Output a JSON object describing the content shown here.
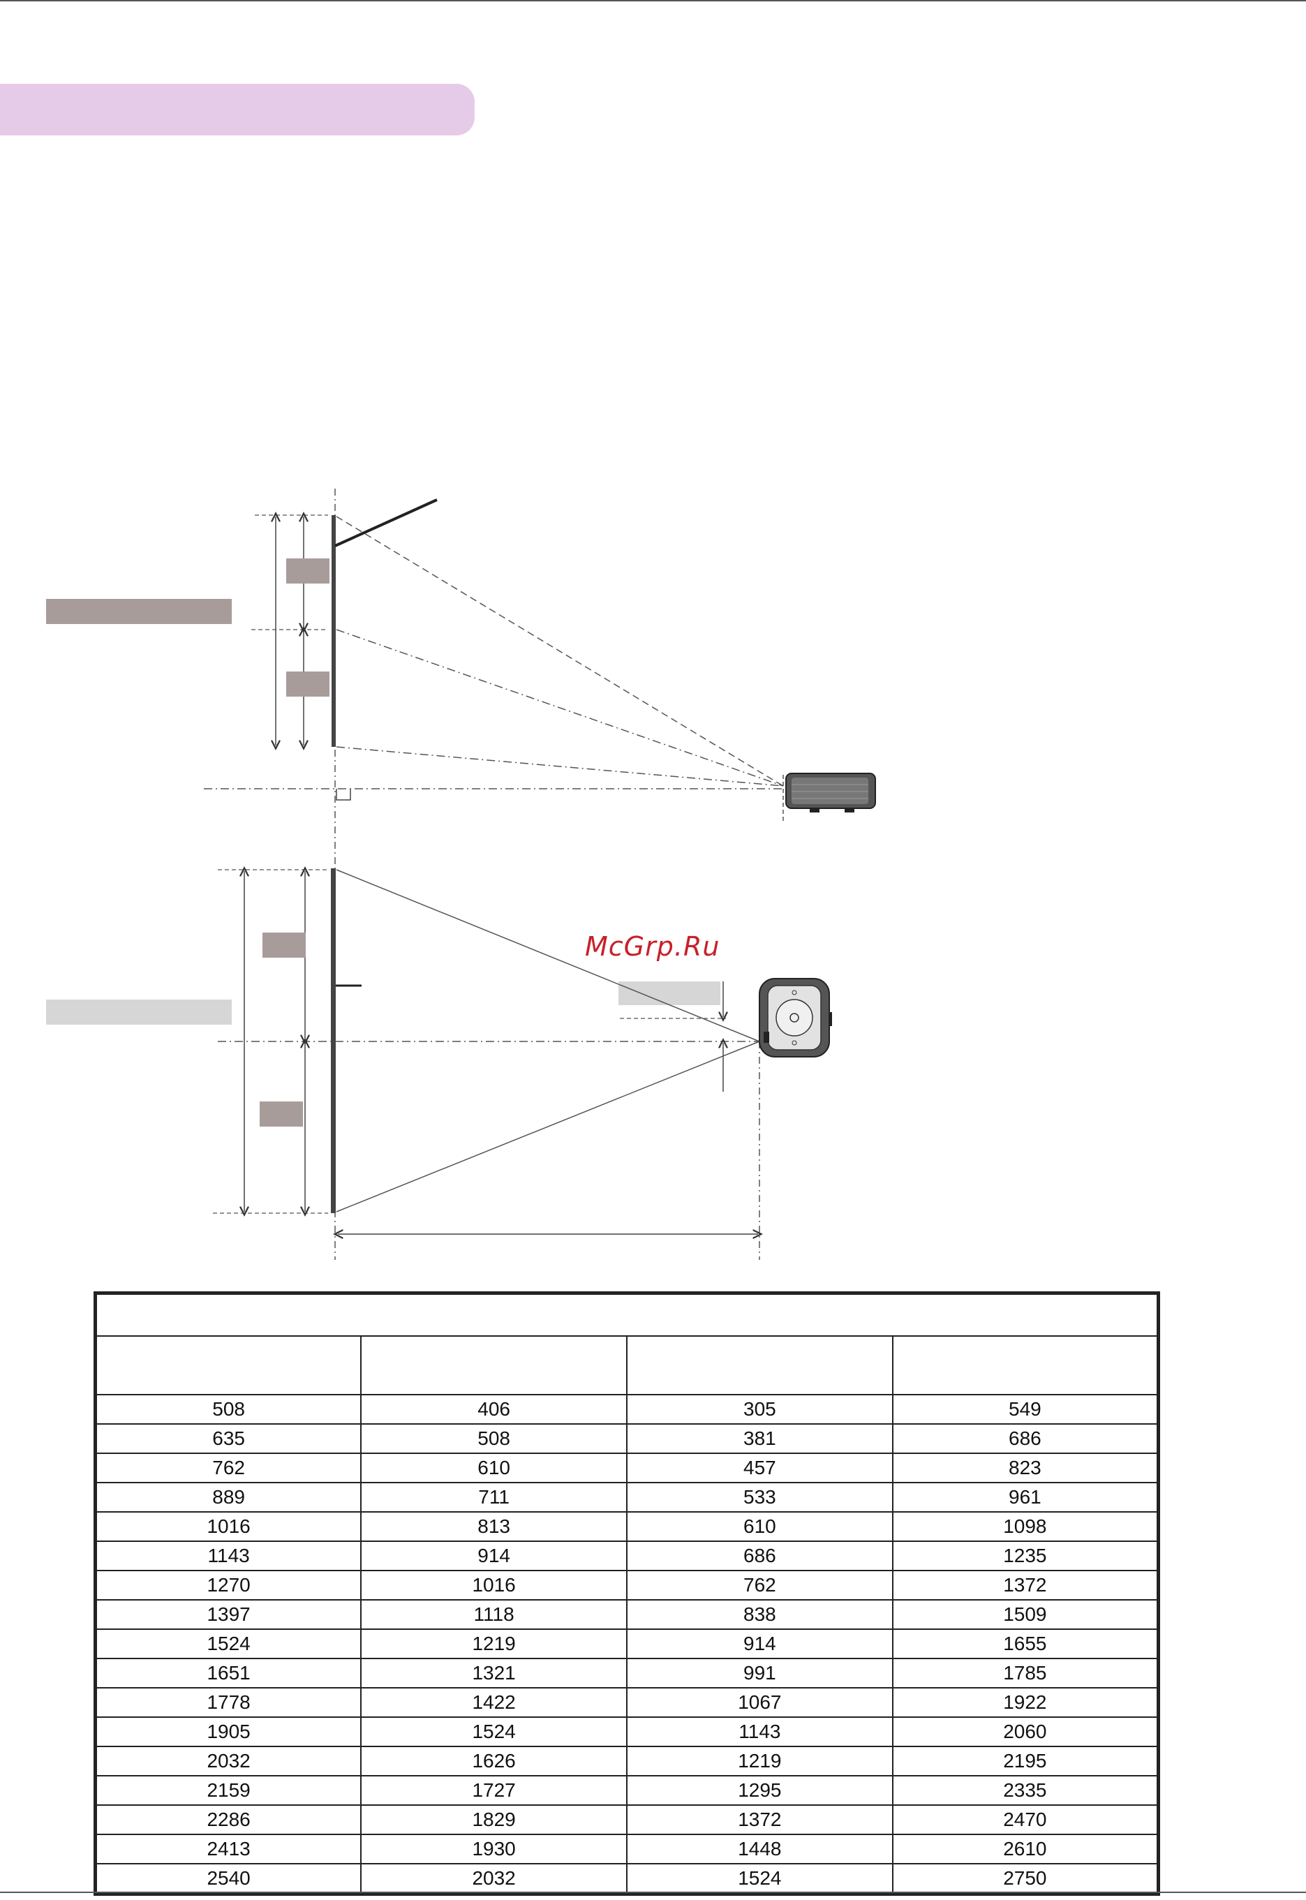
{
  "header": {
    "section_pill_color": "#e6cbe8"
  },
  "watermark": {
    "text": "McGrp.Ru",
    "color": "#c8202a"
  },
  "diagram": {
    "side_view_label_color": "#a89c9a",
    "top_view_label_color": "#d6d6d6"
  },
  "distance_table": {
    "title": "",
    "columns": [
      "",
      "",
      "",
      ""
    ],
    "rows": [
      [
        "508",
        "406",
        "305",
        "549"
      ],
      [
        "635",
        "508",
        "381",
        "686"
      ],
      [
        "762",
        "610",
        "457",
        "823"
      ],
      [
        "889",
        "711",
        "533",
        "961"
      ],
      [
        "1016",
        "813",
        "610",
        "1098"
      ],
      [
        "1143",
        "914",
        "686",
        "1235"
      ],
      [
        "1270",
        "1016",
        "762",
        "1372"
      ],
      [
        "1397",
        "1118",
        "838",
        "1509"
      ],
      [
        "1524",
        "1219",
        "914",
        "1655"
      ],
      [
        "1651",
        "1321",
        "991",
        "1785"
      ],
      [
        "1778",
        "1422",
        "1067",
        "1922"
      ],
      [
        "1905",
        "1524",
        "1143",
        "2060"
      ],
      [
        "2032",
        "1626",
        "1219",
        "2195"
      ],
      [
        "2159",
        "1727",
        "1295",
        "2335"
      ],
      [
        "2286",
        "1829",
        "1372",
        "2470"
      ],
      [
        "2413",
        "1930",
        "1448",
        "2610"
      ],
      [
        "2540",
        "2032",
        "1524",
        "2750"
      ]
    ]
  }
}
